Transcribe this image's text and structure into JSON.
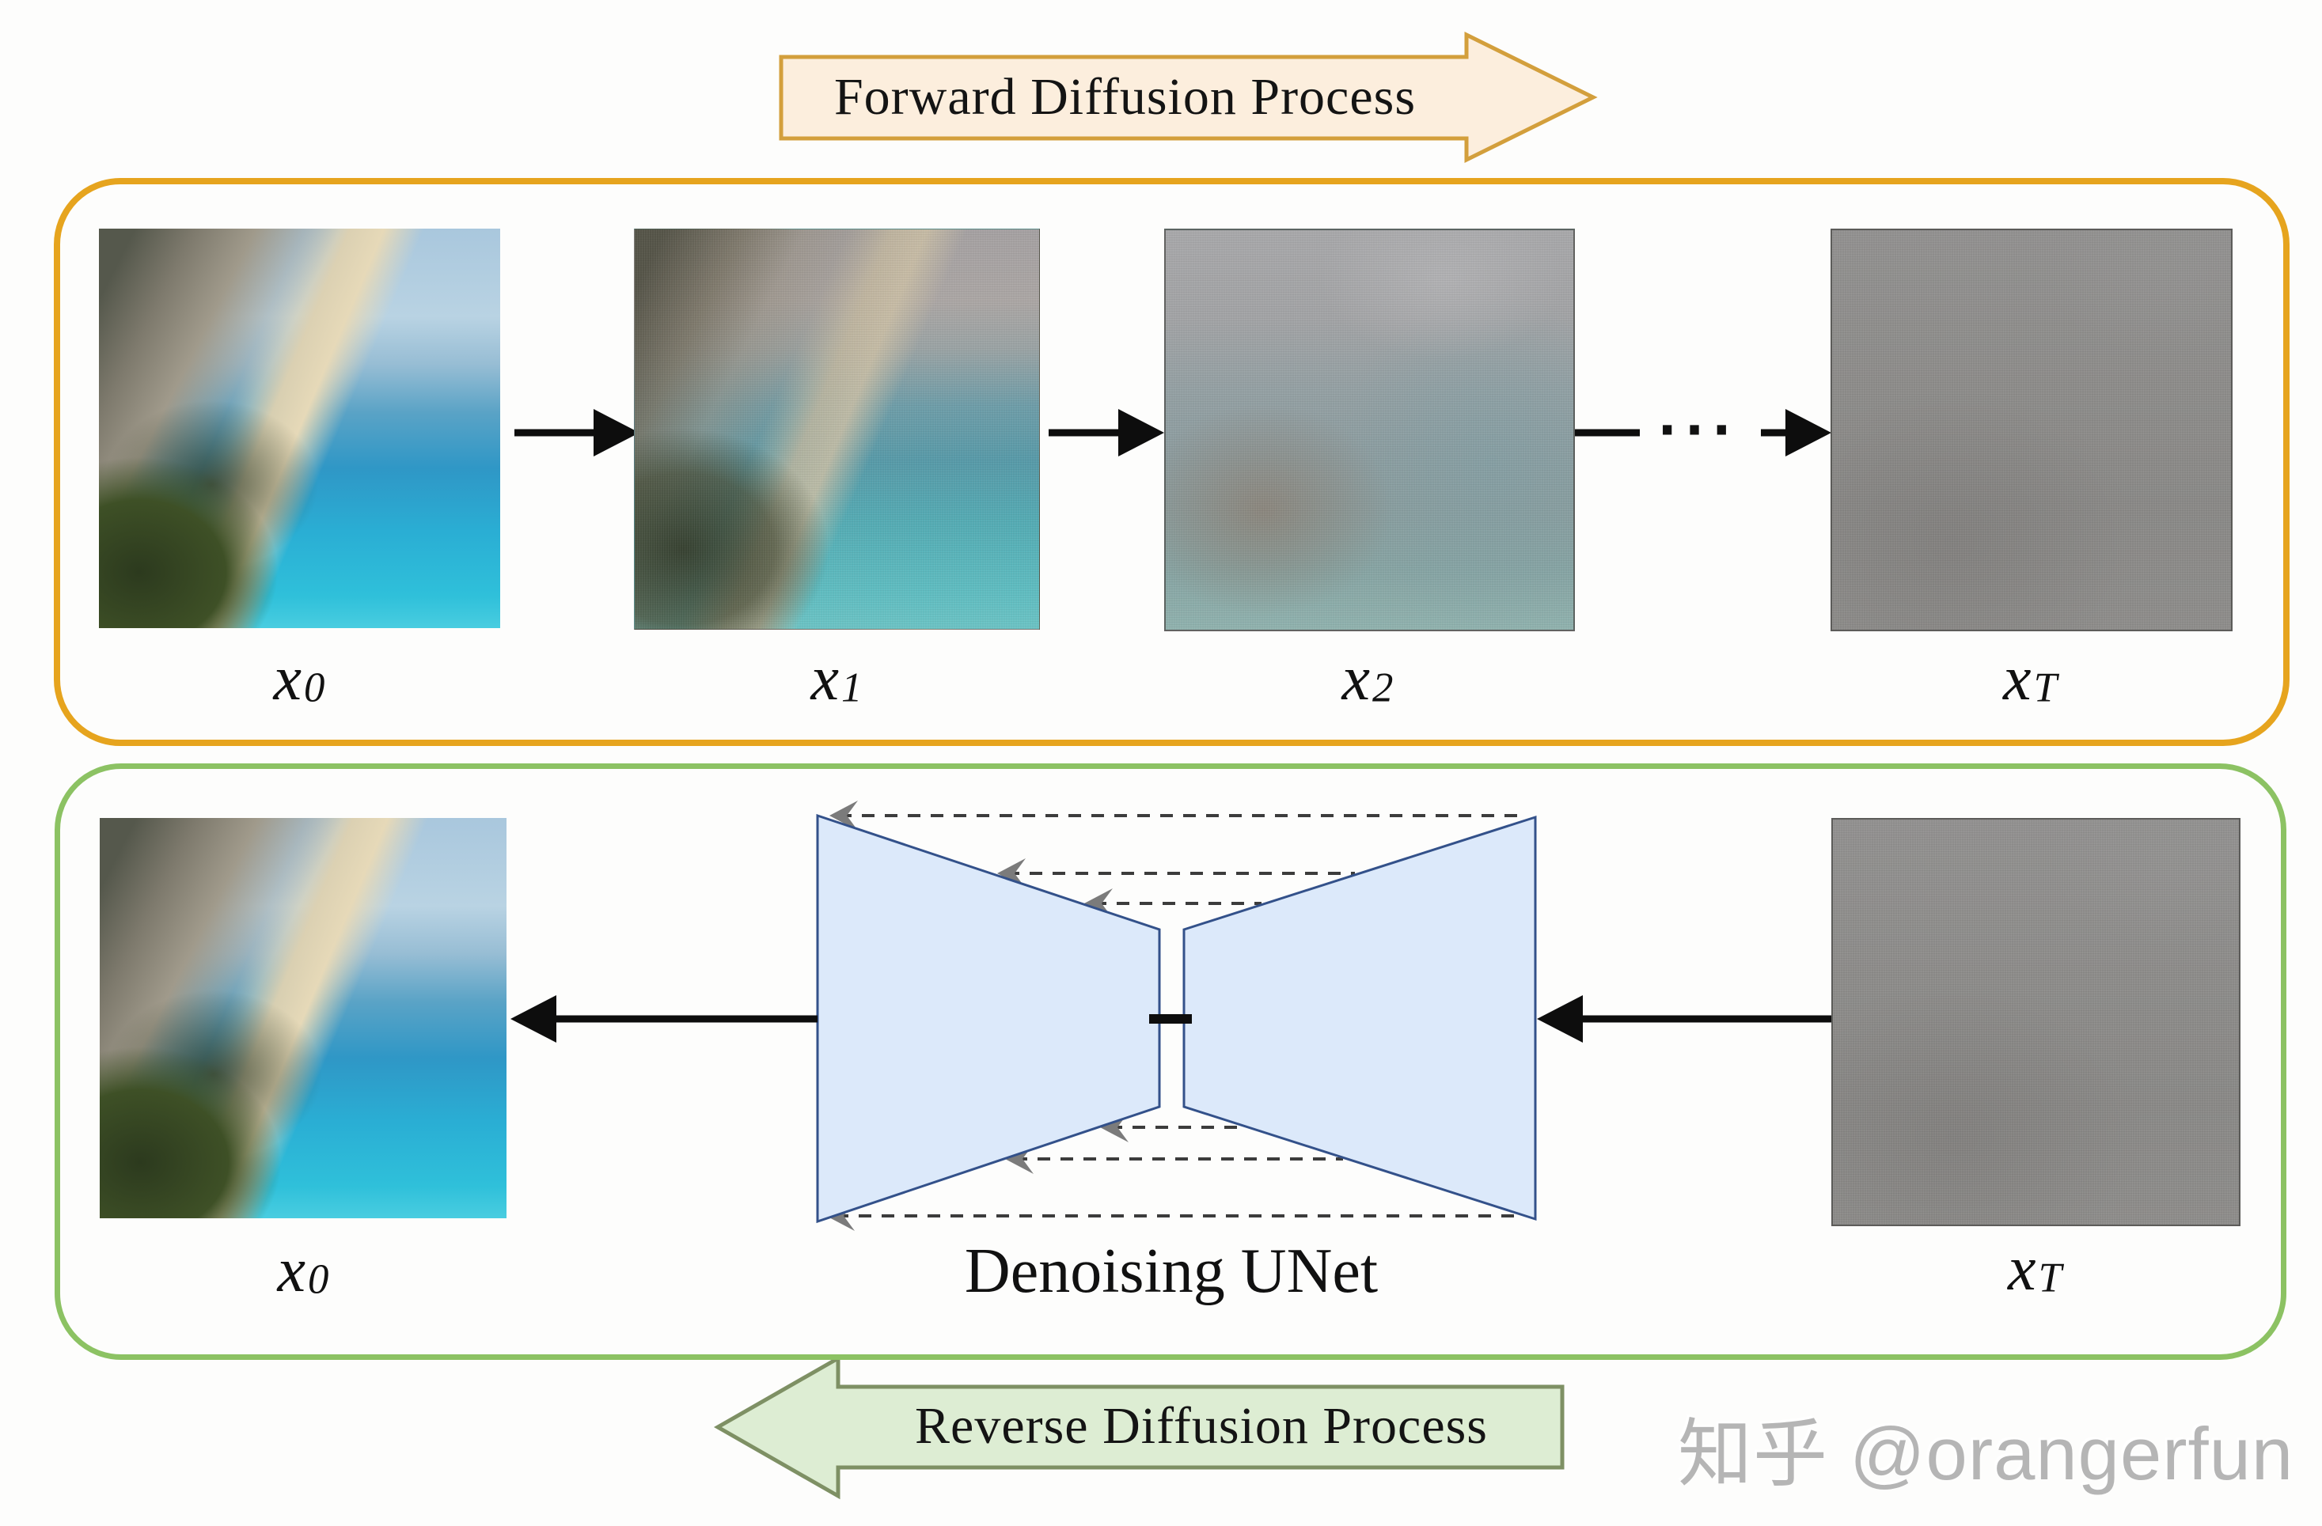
{
  "banners": {
    "forward": "Forward Diffusion Process",
    "reverse": "Reverse Diffusion Process"
  },
  "forward_row": {
    "labels": [
      {
        "base": "x",
        "sub": "0"
      },
      {
        "base": "x",
        "sub": "1"
      },
      {
        "base": "x",
        "sub": "2"
      },
      {
        "base": "x",
        "sub": "T"
      }
    ],
    "ellipsis": "···"
  },
  "reverse_row": {
    "labels": [
      {
        "base": "x",
        "sub": "0"
      },
      {
        "base": "x",
        "sub": "T"
      }
    ],
    "unet_label": "Denoising UNet"
  },
  "watermark": "知乎 @orangerfun",
  "colors": {
    "page_bg": "#fdfdfc",
    "forward_banner_fill": "#fceedd",
    "forward_banner_stroke": "#d39f3c",
    "forward_box_border": "#e6a41e",
    "reverse_banner_fill": "#ddedd3",
    "reverse_banner_stroke": "#7e9064",
    "reverse_box_border": "#8cc263",
    "unet_fill": "#dce9fa",
    "unet_stroke": "#33518a",
    "arrow_black": "#0d0d0d",
    "skip_line": "#3c3c3c",
    "skip_arrowhead": "#7b7b7b",
    "watermark_gray": "#b5b5b5"
  }
}
